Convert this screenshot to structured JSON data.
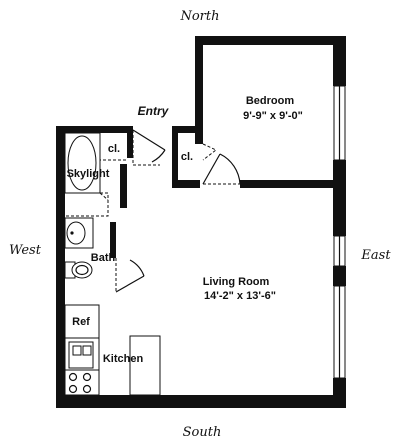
{
  "compass": {
    "north": "North",
    "south": "South",
    "east": "East",
    "west": "West"
  },
  "labels": {
    "entry": "Entry",
    "closet_left": "cl.",
    "closet_right": "cl.",
    "skylight": "Skylight",
    "bath": "Bath",
    "ref": "Ref",
    "kitchen": "Kitchen"
  },
  "rooms": {
    "bedroom": {
      "name": "Bedroom",
      "size": "9'-9\" x 9'-0\""
    },
    "living_room": {
      "name": "Living Room",
      "size": "14'-2\" x 13'-6\""
    }
  }
}
